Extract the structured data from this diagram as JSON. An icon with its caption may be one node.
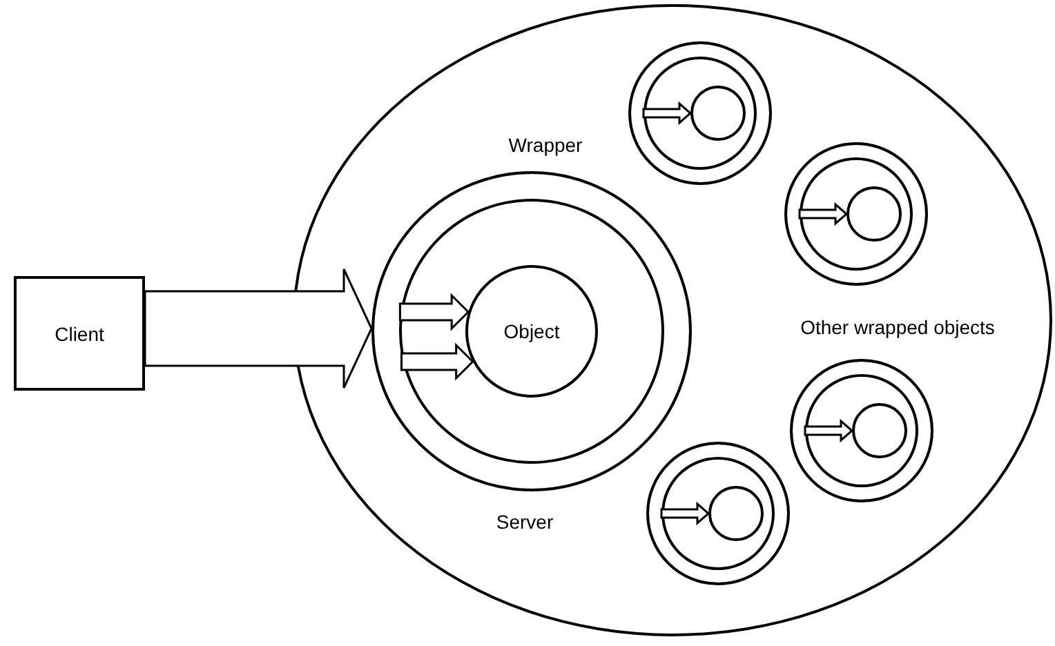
{
  "diagram": {
    "nodes": [
      {
        "text": [
          "Client"
        ]
      },
      {
        "text": [
          "Server"
        ]
      },
      {
        "text": [
          "Wrapper"
        ],
        "in": 1
      },
      {
        "text": [
          "Object"
        ],
        "in": 2
      },
      {
        "text": [],
        "shape": "circle",
        "in": 1
      },
      {
        "text": [],
        "shape": "circle",
        "in": 4
      },
      {
        "text": [],
        "shape": "circle",
        "in": 1
      },
      {
        "text": [],
        "shape": "circle",
        "in": 6
      },
      {
        "text": [],
        "shape": "circle",
        "in": 1
      },
      {
        "text": [],
        "shape": "circle",
        "in": 8
      },
      {
        "text": [],
        "shape": "circle",
        "in": 1
      },
      {
        "text": [],
        "shape": "circle",
        "in": 10
      }
    ],
    "edges": [
      {
        "from": 0,
        "to": 2,
        "arrow": "to"
      },
      {
        "from": 2,
        "to": 3,
        "arrow": "to"
      },
      {
        "from": 2,
        "to": 3,
        "arrow": "to"
      },
      {
        "from": 4,
        "to": 5,
        "arrow": "to"
      },
      {
        "from": 6,
        "to": 7,
        "arrow": "to"
      },
      {
        "from": 8,
        "to": 9,
        "arrow": "to"
      },
      {
        "from": 10,
        "to": 11,
        "arrow": "to"
      }
    ],
    "labels": [
      "Other wrapped objects"
    ]
  }
}
